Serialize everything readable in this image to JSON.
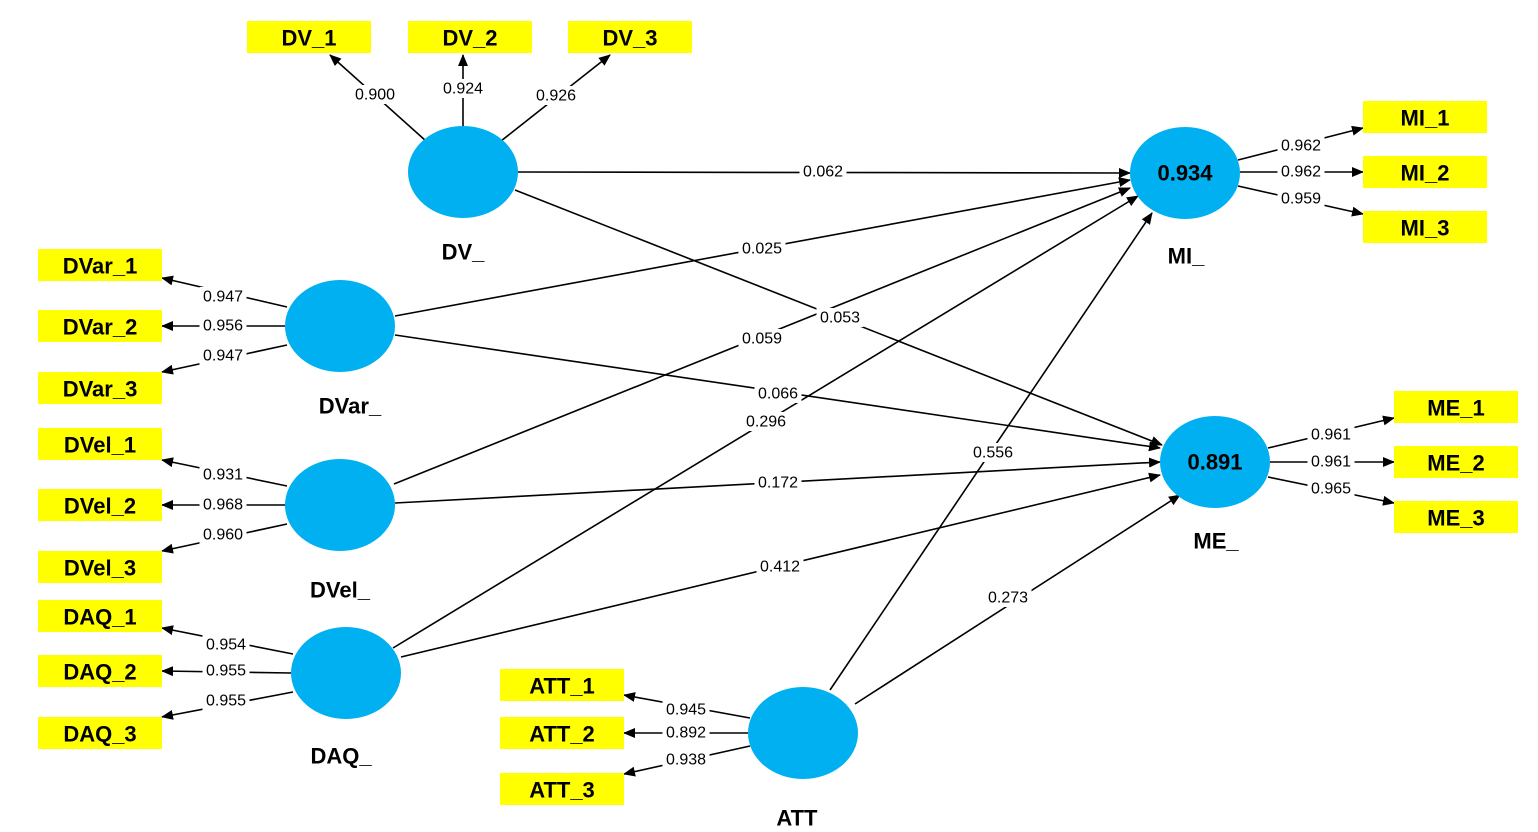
{
  "colors": {
    "latent_fill": "#00b0f0",
    "indicator_fill": "#ffff00",
    "edge": "#000000"
  },
  "latents": [
    {
      "id": "DV_",
      "label": "DV_",
      "r2": ""
    },
    {
      "id": "DVar_",
      "label": "DVar_",
      "r2": ""
    },
    {
      "id": "DVel_",
      "label": "DVel_",
      "r2": ""
    },
    {
      "id": "DAQ_",
      "label": "DAQ_",
      "r2": ""
    },
    {
      "id": "ATT_",
      "label": "ATT_",
      "r2": ""
    },
    {
      "id": "MI_",
      "label": "MI_",
      "r2": "0.934"
    },
    {
      "id": "ME_",
      "label": "ME_",
      "r2": "0.891"
    }
  ],
  "indicators": [
    {
      "id": "DV_1",
      "latent": "DV_",
      "loading": "0.900"
    },
    {
      "id": "DV_2",
      "latent": "DV_",
      "loading": "0.924"
    },
    {
      "id": "DV_3",
      "latent": "DV_",
      "loading": "0.926"
    },
    {
      "id": "DVar_1",
      "latent": "DVar_",
      "loading": "0.947"
    },
    {
      "id": "DVar_2",
      "latent": "DVar_",
      "loading": "0.956"
    },
    {
      "id": "DVar_3",
      "latent": "DVar_",
      "loading": "0.947"
    },
    {
      "id": "DVel_1",
      "latent": "DVel_",
      "loading": "0.931"
    },
    {
      "id": "DVel_2",
      "latent": "DVel_",
      "loading": "0.968"
    },
    {
      "id": "DVel_3",
      "latent": "DVel_",
      "loading": "0.960"
    },
    {
      "id": "DAQ_1",
      "latent": "DAQ_",
      "loading": "0.954"
    },
    {
      "id": "DAQ_2",
      "latent": "DAQ_",
      "loading": "0.955"
    },
    {
      "id": "DAQ_3",
      "latent": "DAQ_",
      "loading": "0.955"
    },
    {
      "id": "ATT_1",
      "latent": "ATT_",
      "loading": "0.945"
    },
    {
      "id": "ATT_2",
      "latent": "ATT_",
      "loading": "0.892"
    },
    {
      "id": "ATT_3",
      "latent": "ATT_",
      "loading": "0.938"
    },
    {
      "id": "MI_1",
      "latent": "MI_",
      "loading": "0.962"
    },
    {
      "id": "MI_2",
      "latent": "MI_",
      "loading": "0.962"
    },
    {
      "id": "MI_3",
      "latent": "MI_",
      "loading": "0.959"
    },
    {
      "id": "ME_1",
      "latent": "ME_",
      "loading": "0.961"
    },
    {
      "id": "ME_2",
      "latent": "ME_",
      "loading": "0.961"
    },
    {
      "id": "ME_3",
      "latent": "ME_",
      "loading": "0.965"
    }
  ],
  "paths": [
    {
      "from": "DV_",
      "to": "MI_",
      "coef": "0.062"
    },
    {
      "from": "DV_",
      "to": "ME_",
      "coef": "0.053"
    },
    {
      "from": "DVar_",
      "to": "MI_",
      "coef": "0.025"
    },
    {
      "from": "DVar_",
      "to": "ME_",
      "coef": "0.066"
    },
    {
      "from": "DVel_",
      "to": "MI_",
      "coef": "0.059"
    },
    {
      "from": "DVel_",
      "to": "ME_",
      "coef": "0.172"
    },
    {
      "from": "DAQ_",
      "to": "MI_",
      "coef": "0.296"
    },
    {
      "from": "DAQ_",
      "to": "ME_",
      "coef": "0.412"
    },
    {
      "from": "ATT_",
      "to": "MI_",
      "coef": "0.556"
    },
    {
      "from": "ATT_",
      "to": "ME_",
      "coef": "0.273"
    }
  ]
}
